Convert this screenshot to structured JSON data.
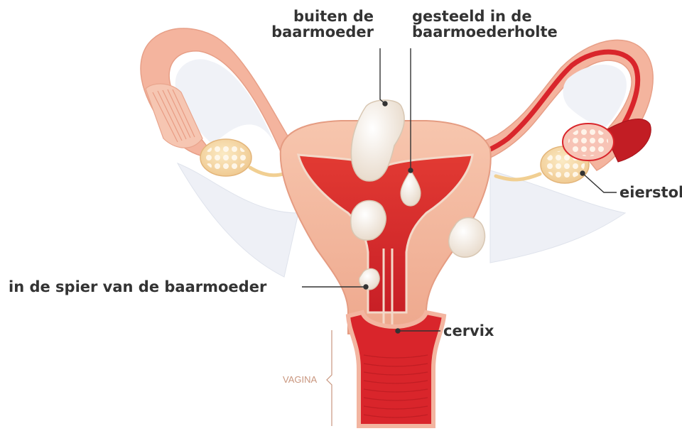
{
  "labels": {
    "outside_uterus_line1": "buiten de",
    "outside_uterus_line2": "baarmoeder",
    "pedunculated_line1": "gesteeld in de",
    "pedunculated_line2": "baarmoederholte",
    "ovary": "eierstok",
    "in_muscle": "in de spier van de baarmoeder",
    "cervix": "cervix",
    "vagina": "VAGINA"
  },
  "colors": {
    "label_text": "#333333",
    "vagina_label": "#c9967e",
    "uterus_wall": "#f2b9a0",
    "uterus_cavity": "#d9252b",
    "fibroid": "#f3ebe3",
    "ovary": "#f6dca7",
    "ligament": "#eef0f6"
  }
}
